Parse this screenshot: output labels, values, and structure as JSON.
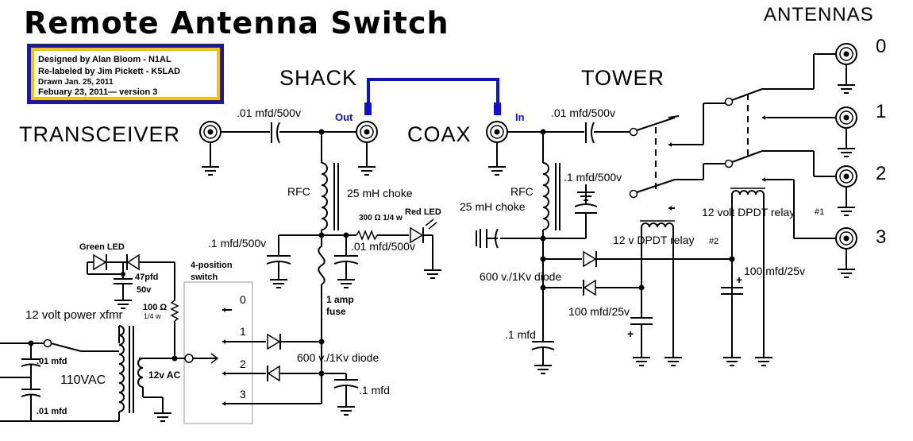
{
  "title": "Remote Antenna Switch",
  "credits": {
    "line1": "Designed by Alan Bloom - N1AL",
    "line2": "Re-labeled by Jim Pickett - K5LAD",
    "line3": "Drawn Jan. 25, 2011",
    "line4": "Febuary 23, 2011— version 3"
  },
  "sections": {
    "shack": "SHACK",
    "tower": "TOWER",
    "antennas": "ANTENNAS"
  },
  "main_labels": {
    "transceiver": "TRANSCEIVER",
    "coax": "COAX"
  },
  "jacks": {
    "out": "Out",
    "in": "In"
  },
  "antenna_numbers": [
    "0",
    "1",
    "2",
    "3"
  ],
  "components": {
    "cap_shack_series": ".01 mfd/500v",
    "cap_tower_series": ".01 mfd/500v",
    "rfc_shack": "RFC",
    "choke_shack": "25 mH choke",
    "rfc_tower": "RFC",
    "choke_tower": "25 mH choke",
    "cap_tower_1": ".1 mfd/500v",
    "cap_shack_1": ".1 mfd/500v",
    "cap_shack_led": ".01 mfd/500v",
    "resistor_led": "300 Ω 1/4 w",
    "red_led": "Red LED",
    "green_led": "Green LED",
    "cap_47pfd": "47pfd",
    "cap_47pfd_v": "50v",
    "resistor_100": "100 Ω",
    "resistor_100_w": "1/4 w",
    "switch_title": "4-position",
    "switch_title2": "switch",
    "switch_positions": [
      "0",
      "1",
      "2",
      "3"
    ],
    "fuse": "1 amp",
    "fuse2": "fuse",
    "diode_shack": "600 v./1Kv diode",
    "cap_shack_bottom": ".1 mfd",
    "xfmr": "12 volt power xfmr",
    "ac_in": "110VAC",
    "ac_out": "12v AC",
    "cap_ac_1": ".01 mfd",
    "cap_ac_2": ".01 mfd",
    "relay1": "12 volt DPDT relay",
    "relay1_num": "#1",
    "relay2": "12 v DPDT relay",
    "relay2_num": "#2",
    "diode_tower": "600 v./1Kv diode",
    "cap_100_a": "100 mfd/25v",
    "cap_100_b": "100 mfd/25v",
    "cap_tower_bottom": ".1 mfd"
  },
  "colors": {
    "wire": "#000000",
    "coax_link": "#1010d0",
    "credit_border_outer": "#1a1aa0",
    "credit_border_inner": "#f5c400"
  }
}
